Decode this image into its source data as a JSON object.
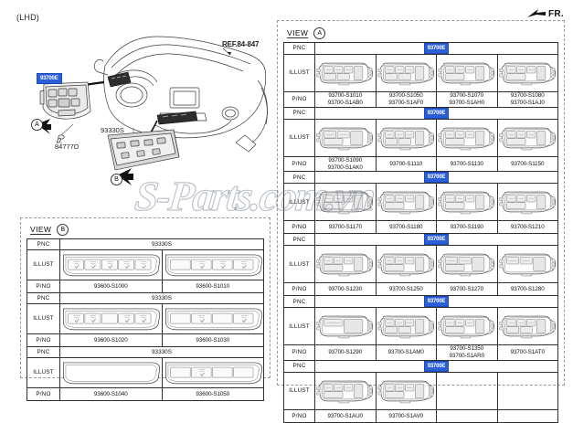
{
  "page": {
    "hand_label": "(LHD)",
    "fr_label": "FR.",
    "watermark": "S-Parts.com.vn"
  },
  "illustration": {
    "ref_label": "REF.84-847",
    "part_84777D": "84777D",
    "part_93330S": "93330S",
    "badge_93700E": "93700E",
    "marker_a": "A",
    "marker_b": "B"
  },
  "view_a": {
    "title": "VIEW",
    "marker": "A",
    "row_headers": {
      "pnc": "PNC",
      "illust": "ILLUST",
      "pno": "P/NO"
    },
    "groups": [
      {
        "pnc": "93700E",
        "parts": [
          {
            "pno": "93700-S1010\n93700-S1AB0",
            "switch": "5btn-a"
          },
          {
            "pno": "93700-S1050\n93700-S1AF0",
            "switch": "5btn-b"
          },
          {
            "pno": "93700-S1070\n93700-S1AH0",
            "switch": "4btn-a"
          },
          {
            "pno": "93700-S1080\n93700-S1AJ0",
            "switch": "4btn-b"
          }
        ]
      },
      {
        "pnc": "93700E",
        "parts": [
          {
            "pno": "93700-S1090\n93700-S1AK0",
            "switch": "3btn-a"
          },
          {
            "pno": "93700-S1110",
            "switch": "5btn-c"
          },
          {
            "pno": "93700-S1130",
            "switch": "4btn-c"
          },
          {
            "pno": "93700-S1150",
            "switch": "4btn-d"
          }
        ]
      },
      {
        "pnc": "93700E",
        "parts": [
          {
            "pno": "93700-S1170",
            "switch": "4btn-e"
          },
          {
            "pno": "93700-S1180",
            "switch": "4btn-f"
          },
          {
            "pno": "93700-S1190",
            "switch": "4btn-g"
          },
          {
            "pno": "93700-S1210",
            "switch": "4btn-h"
          }
        ]
      },
      {
        "pnc": "93700E",
        "parts": [
          {
            "pno": "93700-S1230",
            "switch": "4btn-i"
          },
          {
            "pno": "93700-S1250",
            "switch": "4btn-j"
          },
          {
            "pno": "93700-S1270",
            "switch": "3btn-b"
          },
          {
            "pno": "93700-S1280",
            "switch": "2btn-a"
          }
        ]
      },
      {
        "pnc": "93700E",
        "parts": [
          {
            "pno": "93700-S1290",
            "switch": "2btn-b"
          },
          {
            "pno": "93700-S1AM0",
            "switch": "5btn-d"
          },
          {
            "pno": "93700-S1350\n93700-S1AR0",
            "switch": "4btn-k"
          },
          {
            "pno": "93700-S1AT0",
            "switch": "5btn-e"
          }
        ]
      },
      {
        "pnc": "93700E",
        "parts": [
          {
            "pno": "93700-S1AU0",
            "switch": "4btn-l"
          },
          {
            "pno": "93700-S1AV0",
            "switch": "4btn-m"
          }
        ]
      }
    ]
  },
  "view_b": {
    "title": "VIEW",
    "marker": "B",
    "row_headers": {
      "pnc": "PNC",
      "illust": "ILLUST",
      "pno": "P/NO"
    },
    "groups": [
      {
        "pnc": "93330S",
        "parts": [
          {
            "pno": "93600-S1000",
            "bezel": "5slot-a"
          },
          {
            "pno": "93600-S1010",
            "bezel": "4slot-a"
          }
        ]
      },
      {
        "pnc": "93330S",
        "parts": [
          {
            "pno": "93600-S1020",
            "bezel": "5slot-b"
          },
          {
            "pno": "93600-S1030",
            "bezel": "4slot-b"
          }
        ]
      },
      {
        "pnc": "93330S",
        "parts": [
          {
            "pno": "93600-S1040",
            "bezel": "blank"
          },
          {
            "pno": "93600-S1050",
            "bezel": "4slot-c"
          }
        ]
      }
    ]
  },
  "colors": {
    "badge_blue": "#2b5fd9",
    "line": "#2f2f2f",
    "panel_border": "#999999"
  }
}
